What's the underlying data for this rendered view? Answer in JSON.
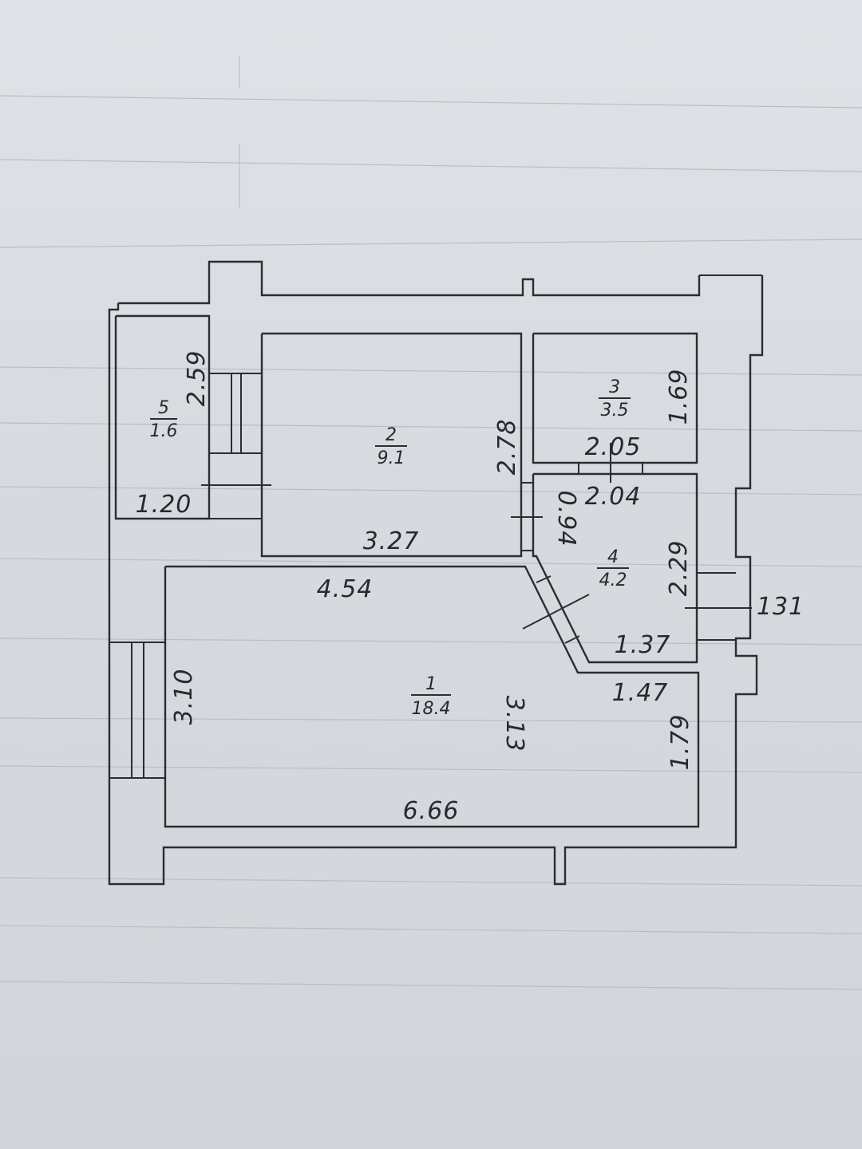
{
  "rooms": [
    {
      "number": "1",
      "area": "18.4"
    },
    {
      "number": "2",
      "area": "9.1"
    },
    {
      "number": "3",
      "area": "3.5"
    },
    {
      "number": "4",
      "area": "4.2"
    },
    {
      "number": "5",
      "area": "1.6"
    }
  ],
  "dimensions": {
    "room5_height": "2.59",
    "room5_width": "1.20",
    "room2_height": "2.78",
    "room2_width": "3.27",
    "room3_height": "1.69",
    "room3_width": "2.05",
    "room4_width_top": "2.04",
    "room4_door_gap": "0.94",
    "room4_height": "2.29",
    "room4_width_bottom": "1.37",
    "window_mark": "131",
    "room1_width_top": "4.54",
    "room1_height_left": "3.10",
    "room1_height_mid": "3.13",
    "room1_notch_width": "1.47",
    "room1_height_right": "1.79",
    "room1_width_bottom": "6.66"
  }
}
